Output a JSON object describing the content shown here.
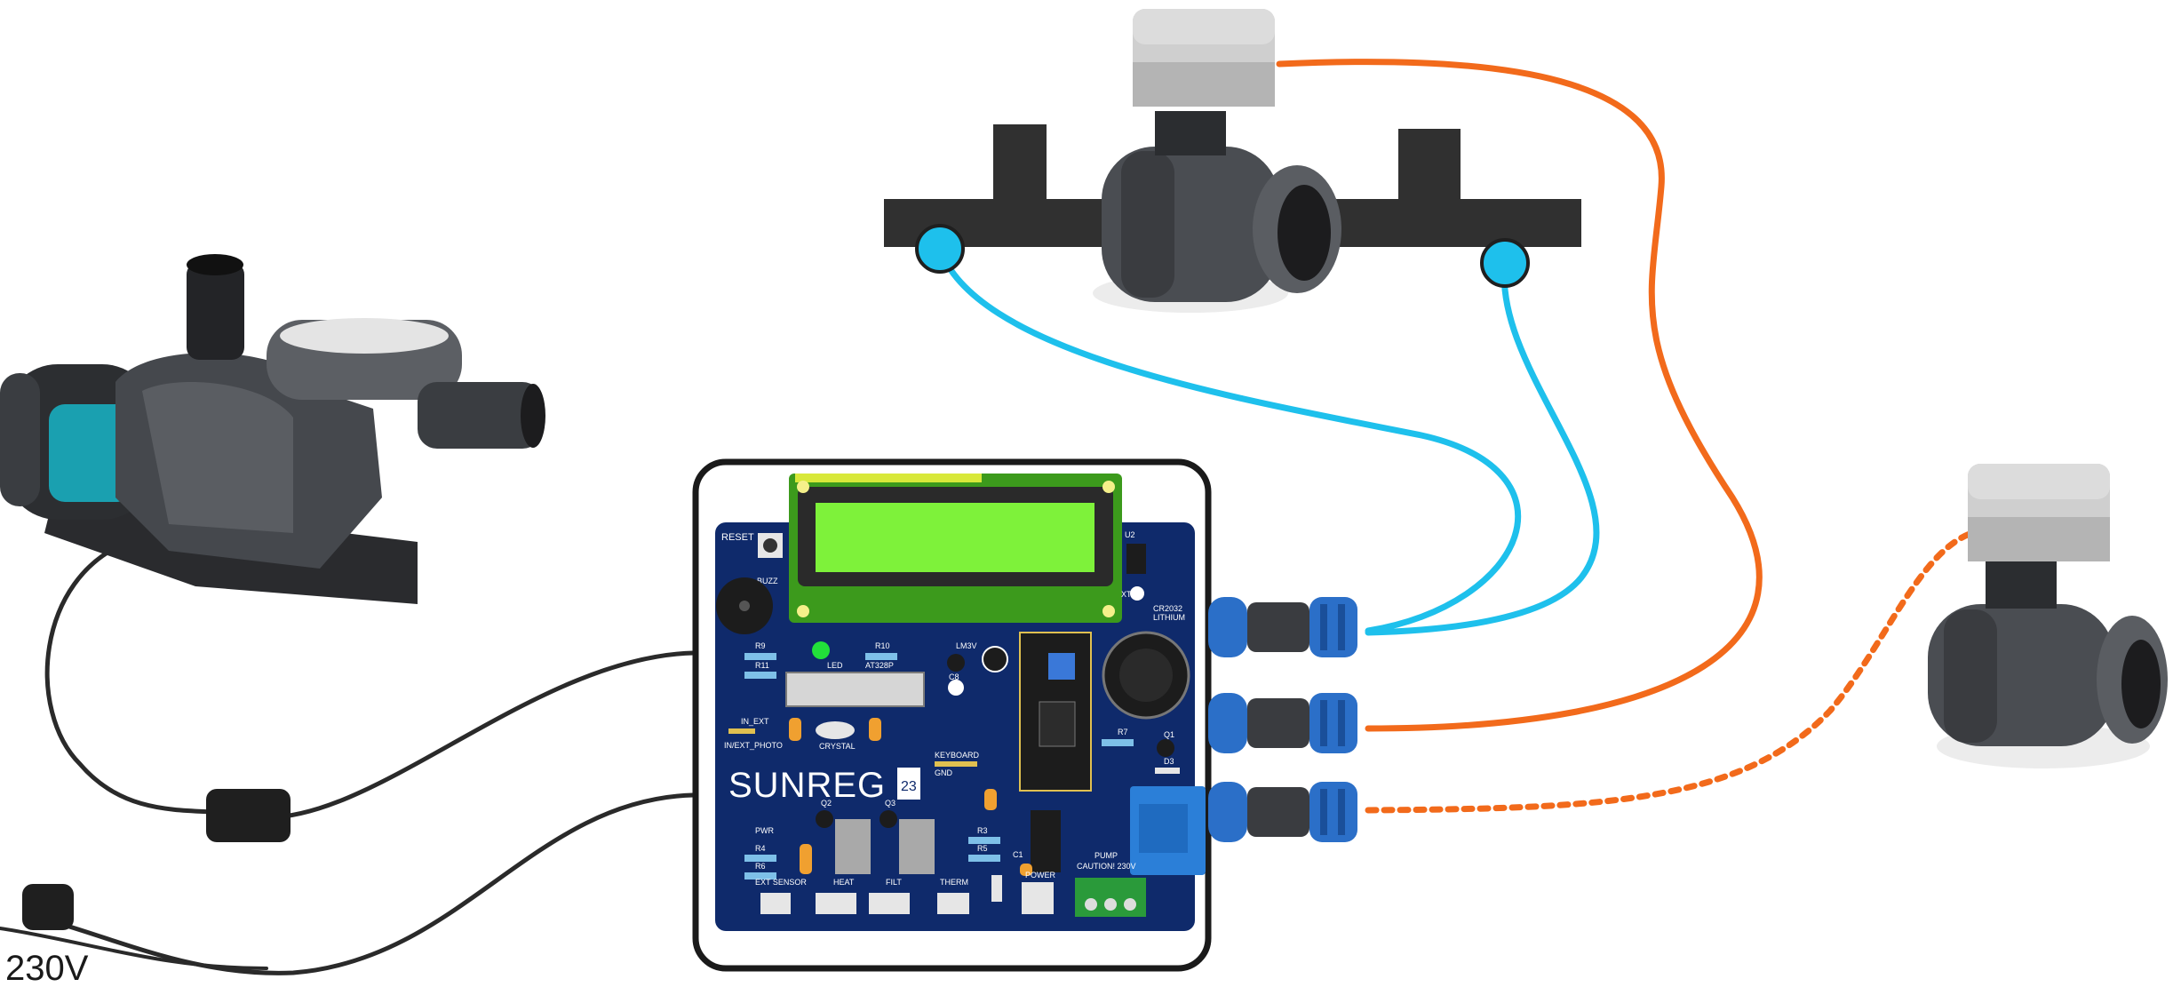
{
  "diagram": {
    "supply_label": "230V",
    "board": {
      "brand": "SUNREG",
      "brand_badge": "23",
      "labels": {
        "reset": "RESET",
        "buzz": "BUZZ",
        "r9": "R9",
        "r10": "R10",
        "r11": "R11",
        "led": "LED",
        "mcu": "AT328P",
        "lm": "LM3V",
        "c8": "C8",
        "xtal": "XTAL",
        "u2": "U2",
        "battery": "CR2032\nLITHIUM",
        "crystal": "CRYSTAL",
        "in_ext": "IN_EXT",
        "in_ext_photo": "IN/EXT_PHOTO",
        "keyboard": "KEYBOARD",
        "gnd": "GND",
        "r7": "R7",
        "q1": "Q1",
        "d3": "D3",
        "q2": "Q2",
        "q3": "Q3",
        "pwr": "PWR",
        "r4": "R4",
        "r6": "R6",
        "r3": "R3",
        "r5": "R5",
        "c1": "C1",
        "ext_sensor": "EXT SENSOR",
        "heat": "HEAT",
        "filt": "FILT",
        "therm": "THERM",
        "power": "POWER",
        "pump": "PUMP",
        "caution": "CAUTION! 230V"
      }
    },
    "colors": {
      "wire_sensor": "#1ec0ec",
      "wire_valve": "#f26a1b",
      "wire_mains": "#2a2a2a",
      "pcb": "#0f2a6b",
      "lcd": "#7ef23a",
      "pipe": "#303030",
      "valve_actuator": "#cfcfcf",
      "valve_body": "#4a4d52",
      "pump_accent": "#1aa0b0"
    }
  }
}
